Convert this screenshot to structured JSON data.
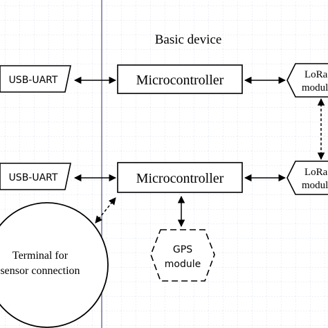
{
  "title": "Basic device",
  "nodes": {
    "usb_uart_top": "USB-UART",
    "mcu_top": "Microcontroller",
    "lora_top_line1": "LoRa",
    "lora_top_line2": "module",
    "usb_uart_bottom": "USB-UART",
    "mcu_bottom": "Microcontroller",
    "lora_bottom_line1": "LoRa",
    "lora_bottom_line2": "module",
    "gps_line1": "GPS",
    "gps_line2": "module",
    "terminal_line1": "Terminal for",
    "terminal_line2": "sensor connection"
  },
  "colors": {
    "grid": "#dfe3ef",
    "divider": "#4b4f8c",
    "stroke": "#000000"
  }
}
